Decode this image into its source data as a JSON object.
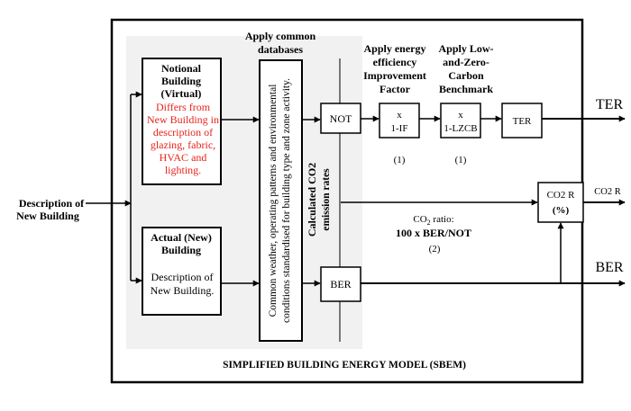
{
  "input": {
    "line1": "Description of",
    "line2": "New Building"
  },
  "notional": {
    "title1": "Notional",
    "title2": "Building",
    "title3": "(Virtual)",
    "red1": "Differs from",
    "red2": "New Building in",
    "red3": "description of",
    "red4": "glazing,  fabric,",
    "red5": "HVAC and",
    "red6": "lighting."
  },
  "actual": {
    "title1": "Actual (New)",
    "title2": "Building",
    "desc1": "Description of",
    "desc2": "New Building."
  },
  "databases": {
    "header1": "Apply common",
    "header2": "databases",
    "vertical1": "Common weather, operating patterns and environmental",
    "vertical2": "conditions  standardised for building type and zone activity."
  },
  "emission": {
    "vertical1": "Calculated CO2",
    "vertical2": "emission rates"
  },
  "headers": {
    "energy1": "Apply energy",
    "energy2": "efficiency",
    "energy3": "Improvement",
    "energy4": "Factor",
    "lzc1": "Apply Low-",
    "lzc2": "and-Zero-",
    "lzc3": "Carbon",
    "lzc4": "Benchmark"
  },
  "boxes": {
    "not": "NOT",
    "if_x": "x",
    "if_val": "1-IF",
    "lzcb_x": "x",
    "lzcb_val": "1-LZCB",
    "ter": "TER",
    "ber": "BER",
    "co2r_title": "CO2 R",
    "co2r_pct": "(%)"
  },
  "notes": {
    "if_note": "(1)",
    "lzcb_note": "(1)",
    "ratio_label": "CO",
    "ratio_sub": "2",
    "ratio_label2": " ratio:",
    "ratio_formula": "100 x BER/NOT",
    "ratio_note": "(2)"
  },
  "outputs": {
    "ter": "TER",
    "co2r": "CO2 R",
    "ber": "BER"
  },
  "footer": "SIMPLIFIED BUILDING ENERGY MODEL (SBEM)",
  "colors": {
    "red_text": "#e8231b",
    "panel_gray": "#f1f1f1",
    "line": "#000000"
  }
}
